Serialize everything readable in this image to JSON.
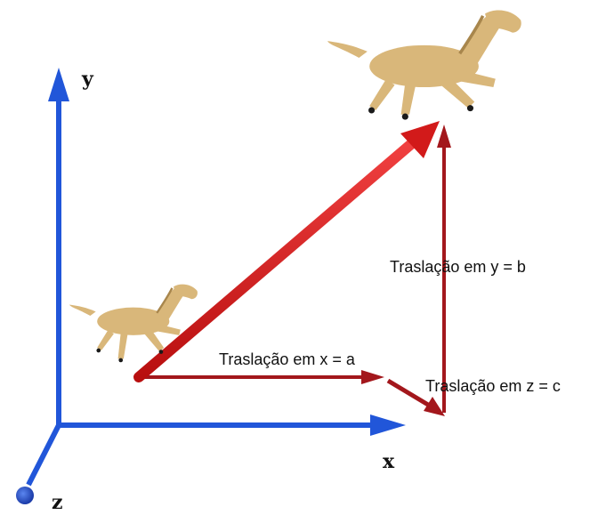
{
  "axes": {
    "y_label": "y",
    "x_label": "x",
    "z_label": "z",
    "color": "#2156d9"
  },
  "translations": {
    "x_label": "Traslação em x = a",
    "y_label": "Traslação em y = b",
    "z_label": "Traslação em z = c",
    "main_color": "#d21a1a",
    "component_color": "#a3171c"
  },
  "figures": {
    "horse_color": "#d9b77a",
    "horse_shadow": "#a8864c",
    "hoof_color": "#1a1a1a"
  }
}
